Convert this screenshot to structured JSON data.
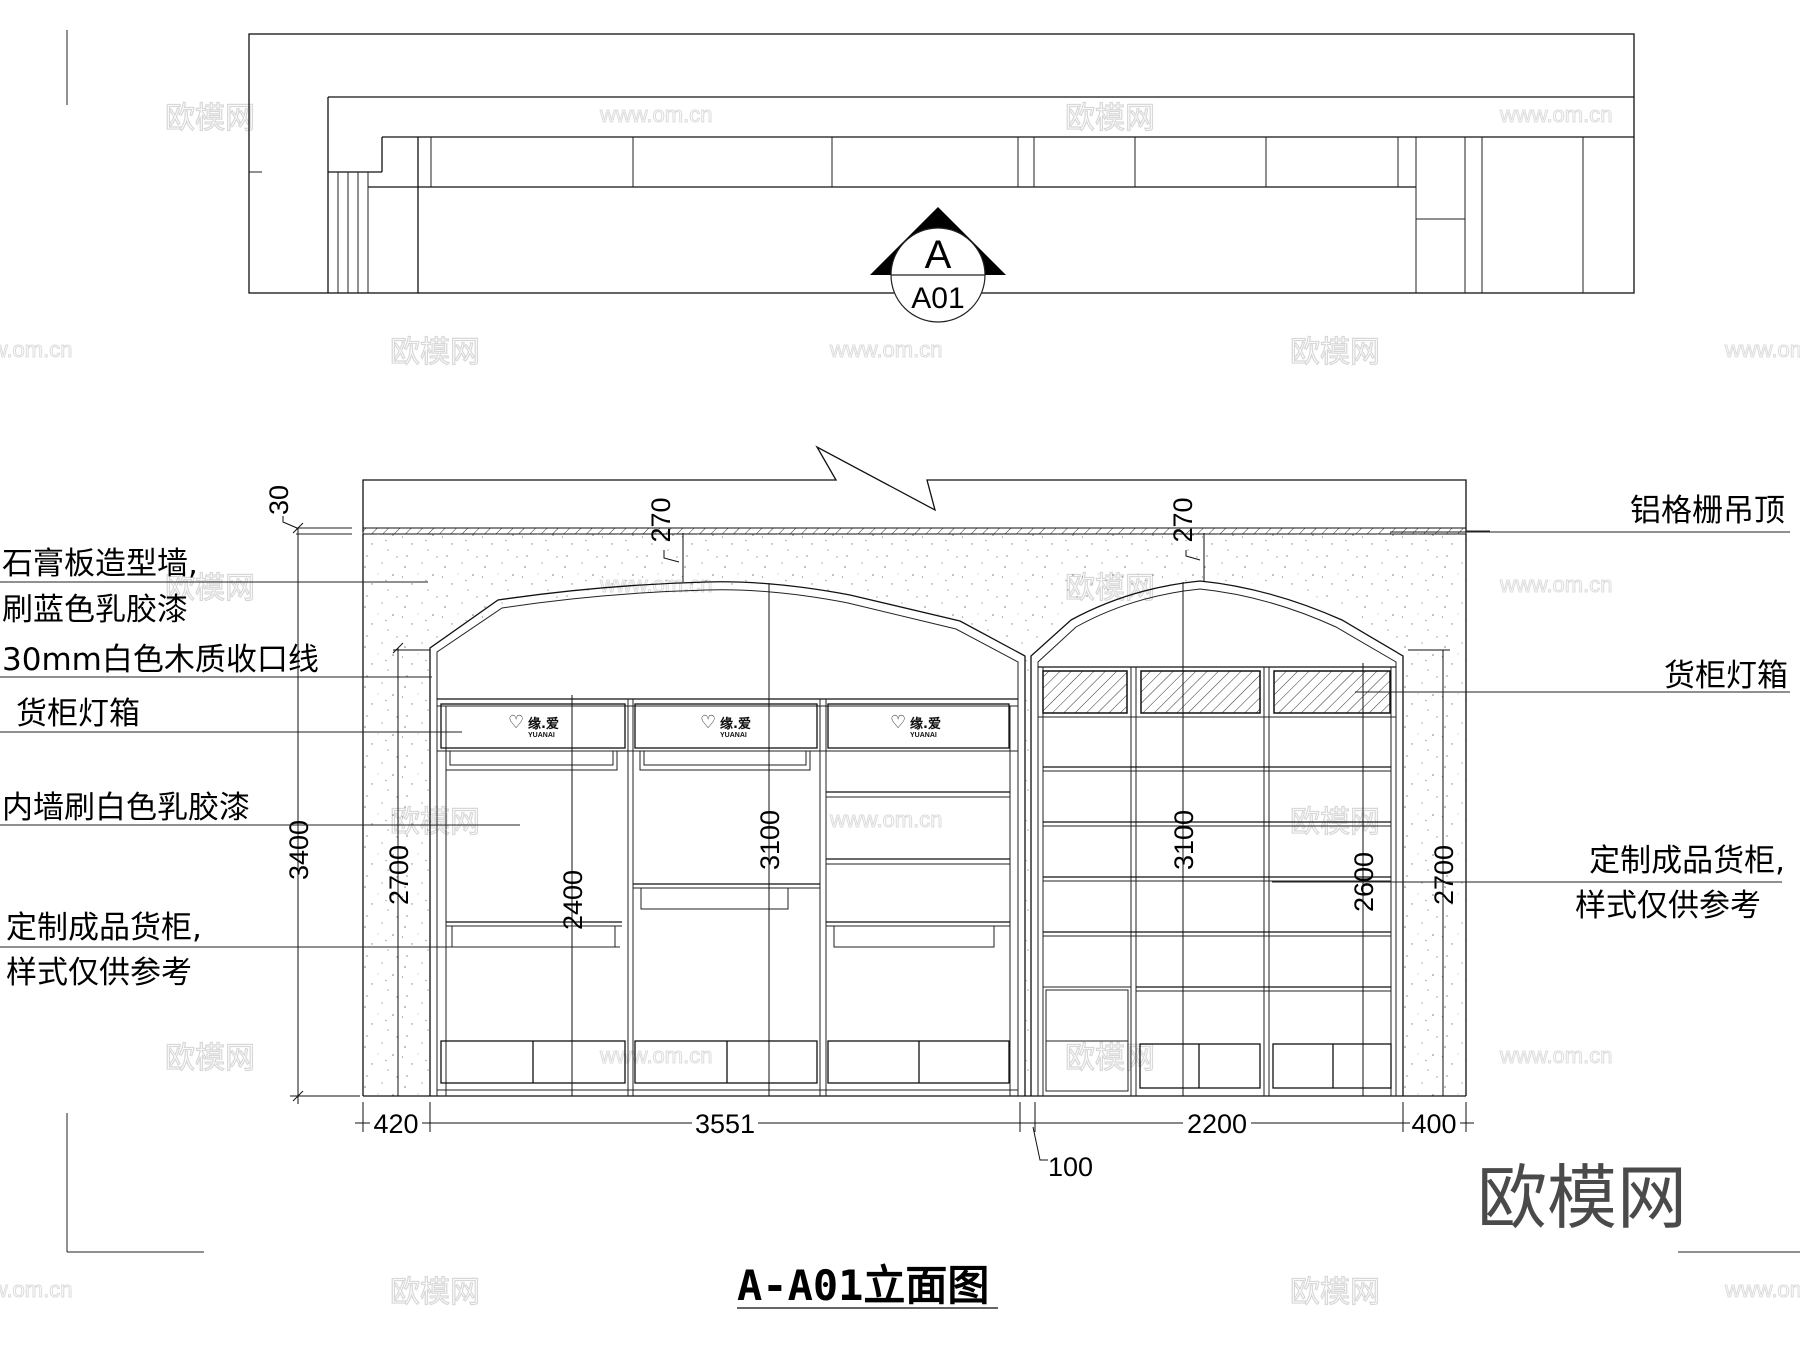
{
  "drawing": {
    "title": "A-A01立面图",
    "section_marker": {
      "letter": "A",
      "sheet": "A01"
    },
    "brand_watermark": "欧模网",
    "watermarks": {
      "logo": "欧模网",
      "url": "www.om.cn"
    }
  },
  "labels_left": [
    {
      "line1": "石膏板造型墙,",
      "line2": "刷蓝色乳胶漆"
    },
    {
      "line1": "30mm白色木质收口线"
    },
    {
      "line1": "货柜灯箱"
    },
    {
      "line1": "内墙刷白色乳胶漆"
    },
    {
      "line1": "定制成品货柜,",
      "line2": "样式仅供参考"
    }
  ],
  "labels_right": [
    {
      "line1": "铝格栅吊顶"
    },
    {
      "line1": "货柜灯箱"
    },
    {
      "line1": "定制成品货柜,",
      "line2": "样式仅供参考"
    }
  ],
  "cabinet_logo": {
    "cn": "缘.爱",
    "en": "YUANAI"
  },
  "dimensions": {
    "horizontal": {
      "left_margin": "420",
      "left_group": "3551",
      "gap": "100",
      "right_group": "2200",
      "right_margin": "400"
    },
    "vertical": {
      "ceiling_thickness": "30",
      "total_height": "3400",
      "left_arch_offset": "270",
      "right_arch_offset": "270",
      "left_wall_opening": "2700",
      "right_wall_opening": "2700",
      "left_cabinet": "2400",
      "left_arch_height": "3100",
      "right_arch_height": "3100",
      "right_cabinet": "2600"
    }
  }
}
